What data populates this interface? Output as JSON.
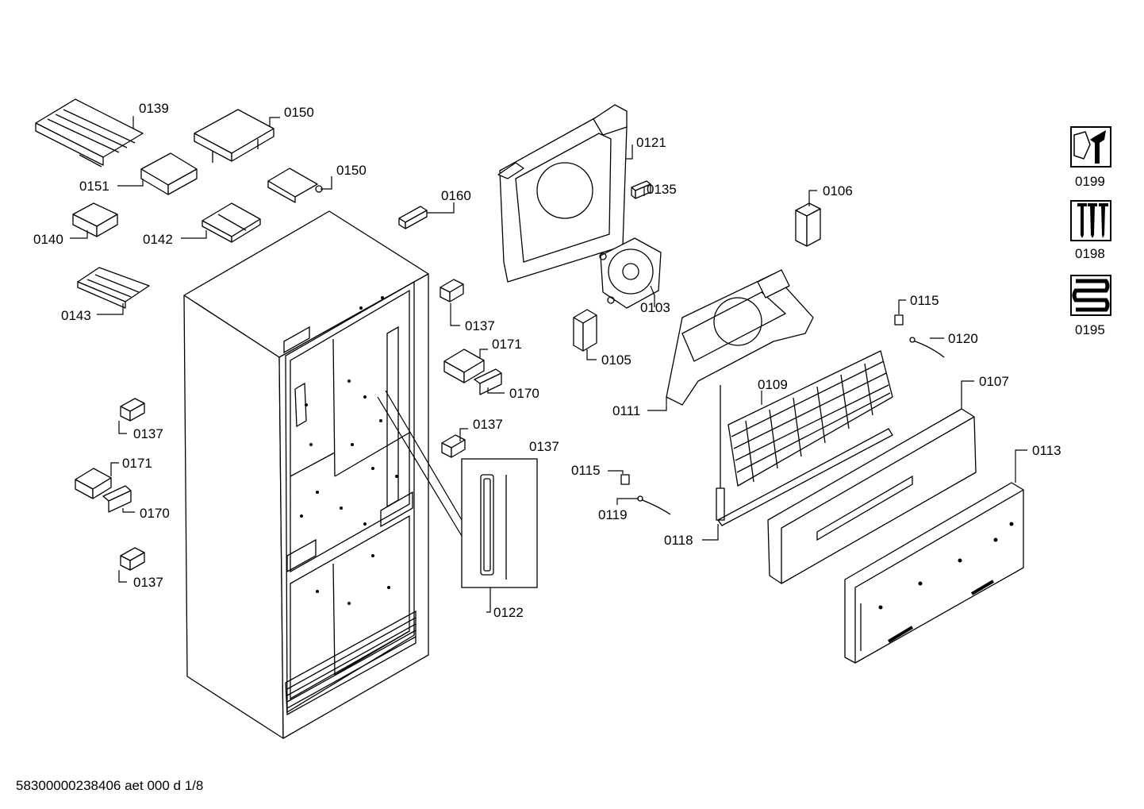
{
  "doc_id": "58300000238406 aet 000 d 1/8",
  "labels": {
    "l0139": "0139",
    "l0150a": "0150",
    "l0151": "0151",
    "l0150b": "0150",
    "l0140": "0140",
    "l0142": "0142",
    "l0143": "0143",
    "l0160": "0160",
    "l0121": "0121",
    "l0135": "0135",
    "l0106": "0106",
    "l0103": "0103",
    "l0137a": "0137",
    "l0171a": "0171",
    "l0170a": "0170",
    "l0137b": "0137",
    "l0137c": "0137",
    "l0137d": "0137",
    "l0171b": "0171",
    "l0170b": "0170",
    "l0137e": "0137",
    "l0122": "0122",
    "l0105": "0105",
    "l0111": "0111",
    "l0109": "0109",
    "l0107": "0107",
    "l0115a": "0115",
    "l0120": "0120",
    "l0115b": "0115",
    "l0119": "0119",
    "l0118": "0118",
    "l0113": "0113"
  },
  "icons": [
    {
      "name": "service-tool-icon",
      "label": "0199"
    },
    {
      "name": "screws-icon",
      "label": "0198"
    },
    {
      "name": "heater-coil-icon",
      "label": "0195"
    }
  ]
}
